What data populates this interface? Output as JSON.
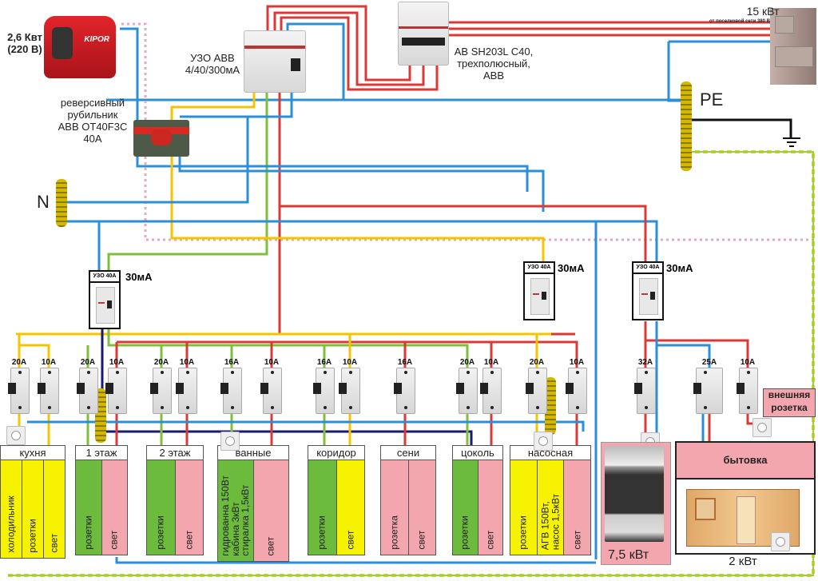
{
  "title": "Схема электроснабжения дома",
  "generator": {
    "label": "2,6 Квт\n(220 В)",
    "brand": "KIPOR"
  },
  "main_rcd": {
    "label": "УЗО ABB\n4/40/300мА"
  },
  "main_breaker": {
    "label": "АВ SH203L C40,\nтрехполюсный,\nABB"
  },
  "grid_supply": {
    "power": "15 кВт",
    "source": "от поселковой сети 380 В"
  },
  "transfer_switch": {
    "label": "реверсивный\nрубильник\nABB OT40F3C\n40A"
  },
  "busbars": {
    "neutral": "N",
    "earth": "PE"
  },
  "rcd_groups": [
    {
      "label": "УЗО 40А",
      "sensitivity": "30мА"
    },
    {
      "label": "УЗО 40А",
      "sensitivity": "30мА"
    },
    {
      "label": "УЗО 40А",
      "sensitivity": "30мА"
    }
  ],
  "breakers": [
    "20A",
    "10A",
    "20A",
    "10A",
    "20A",
    "10A",
    "16A",
    "10A",
    "16A",
    "10A",
    "16A",
    "20A",
    "10A",
    "20A",
    "10A",
    "32A",
    "25A",
    "10A"
  ],
  "rooms": [
    {
      "title": "кухня",
      "circuits": [
        {
          "label": "холодильник",
          "color": "yellow"
        },
        {
          "label": "розетки",
          "color": "yellow"
        },
        {
          "label": "свет",
          "color": "yellow"
        }
      ]
    },
    {
      "title": "1 этаж",
      "circuits": [
        {
          "label": "розетки",
          "color": "green"
        },
        {
          "label": "свет",
          "color": "pink"
        }
      ]
    },
    {
      "title": "2 этаж",
      "circuits": [
        {
          "label": "розетки",
          "color": "green"
        },
        {
          "label": "свет",
          "color": "pink"
        }
      ]
    },
    {
      "title": "ванные",
      "circuits": [
        {
          "label": "гидрованна 150Вт\nкабина 3кВт\nстиралка 1,5кВт",
          "color": "green"
        },
        {
          "label": "свет",
          "color": "pink"
        }
      ]
    },
    {
      "title": "коридор",
      "circuits": [
        {
          "label": "розетки",
          "color": "green"
        },
        {
          "label": "свет",
          "color": "yellow"
        }
      ]
    },
    {
      "title": "сени",
      "circuits": [
        {
          "label": "розетка",
          "color": "pink"
        },
        {
          "label": "свет",
          "color": "pink"
        }
      ]
    },
    {
      "title": "цоколь",
      "circuits": [
        {
          "label": "розетки",
          "color": "green"
        },
        {
          "label": "свет",
          "color": "pink"
        }
      ]
    },
    {
      "title": "насосная",
      "circuits": [
        {
          "label": "розетки",
          "color": "yellow"
        },
        {
          "label": "АГВ 150Вт,\nнасос 1,5кВт",
          "color": "yellow"
        },
        {
          "label": "свет",
          "color": "pink"
        }
      ]
    }
  ],
  "stove": {
    "power": "7,5 кВт"
  },
  "cabin": {
    "title": "бытовка",
    "power": "2 кВт"
  },
  "outdoor_socket": {
    "label": "внешняя\nрозетка"
  },
  "colors": {
    "phase_red": "#d93a35",
    "neutral_blue": "#2a8fd6",
    "yellow": "#f5c400",
    "green": "#7fbf3a",
    "navy": "#1a1a6e",
    "pe_stripe": "#9ecf3a"
  }
}
